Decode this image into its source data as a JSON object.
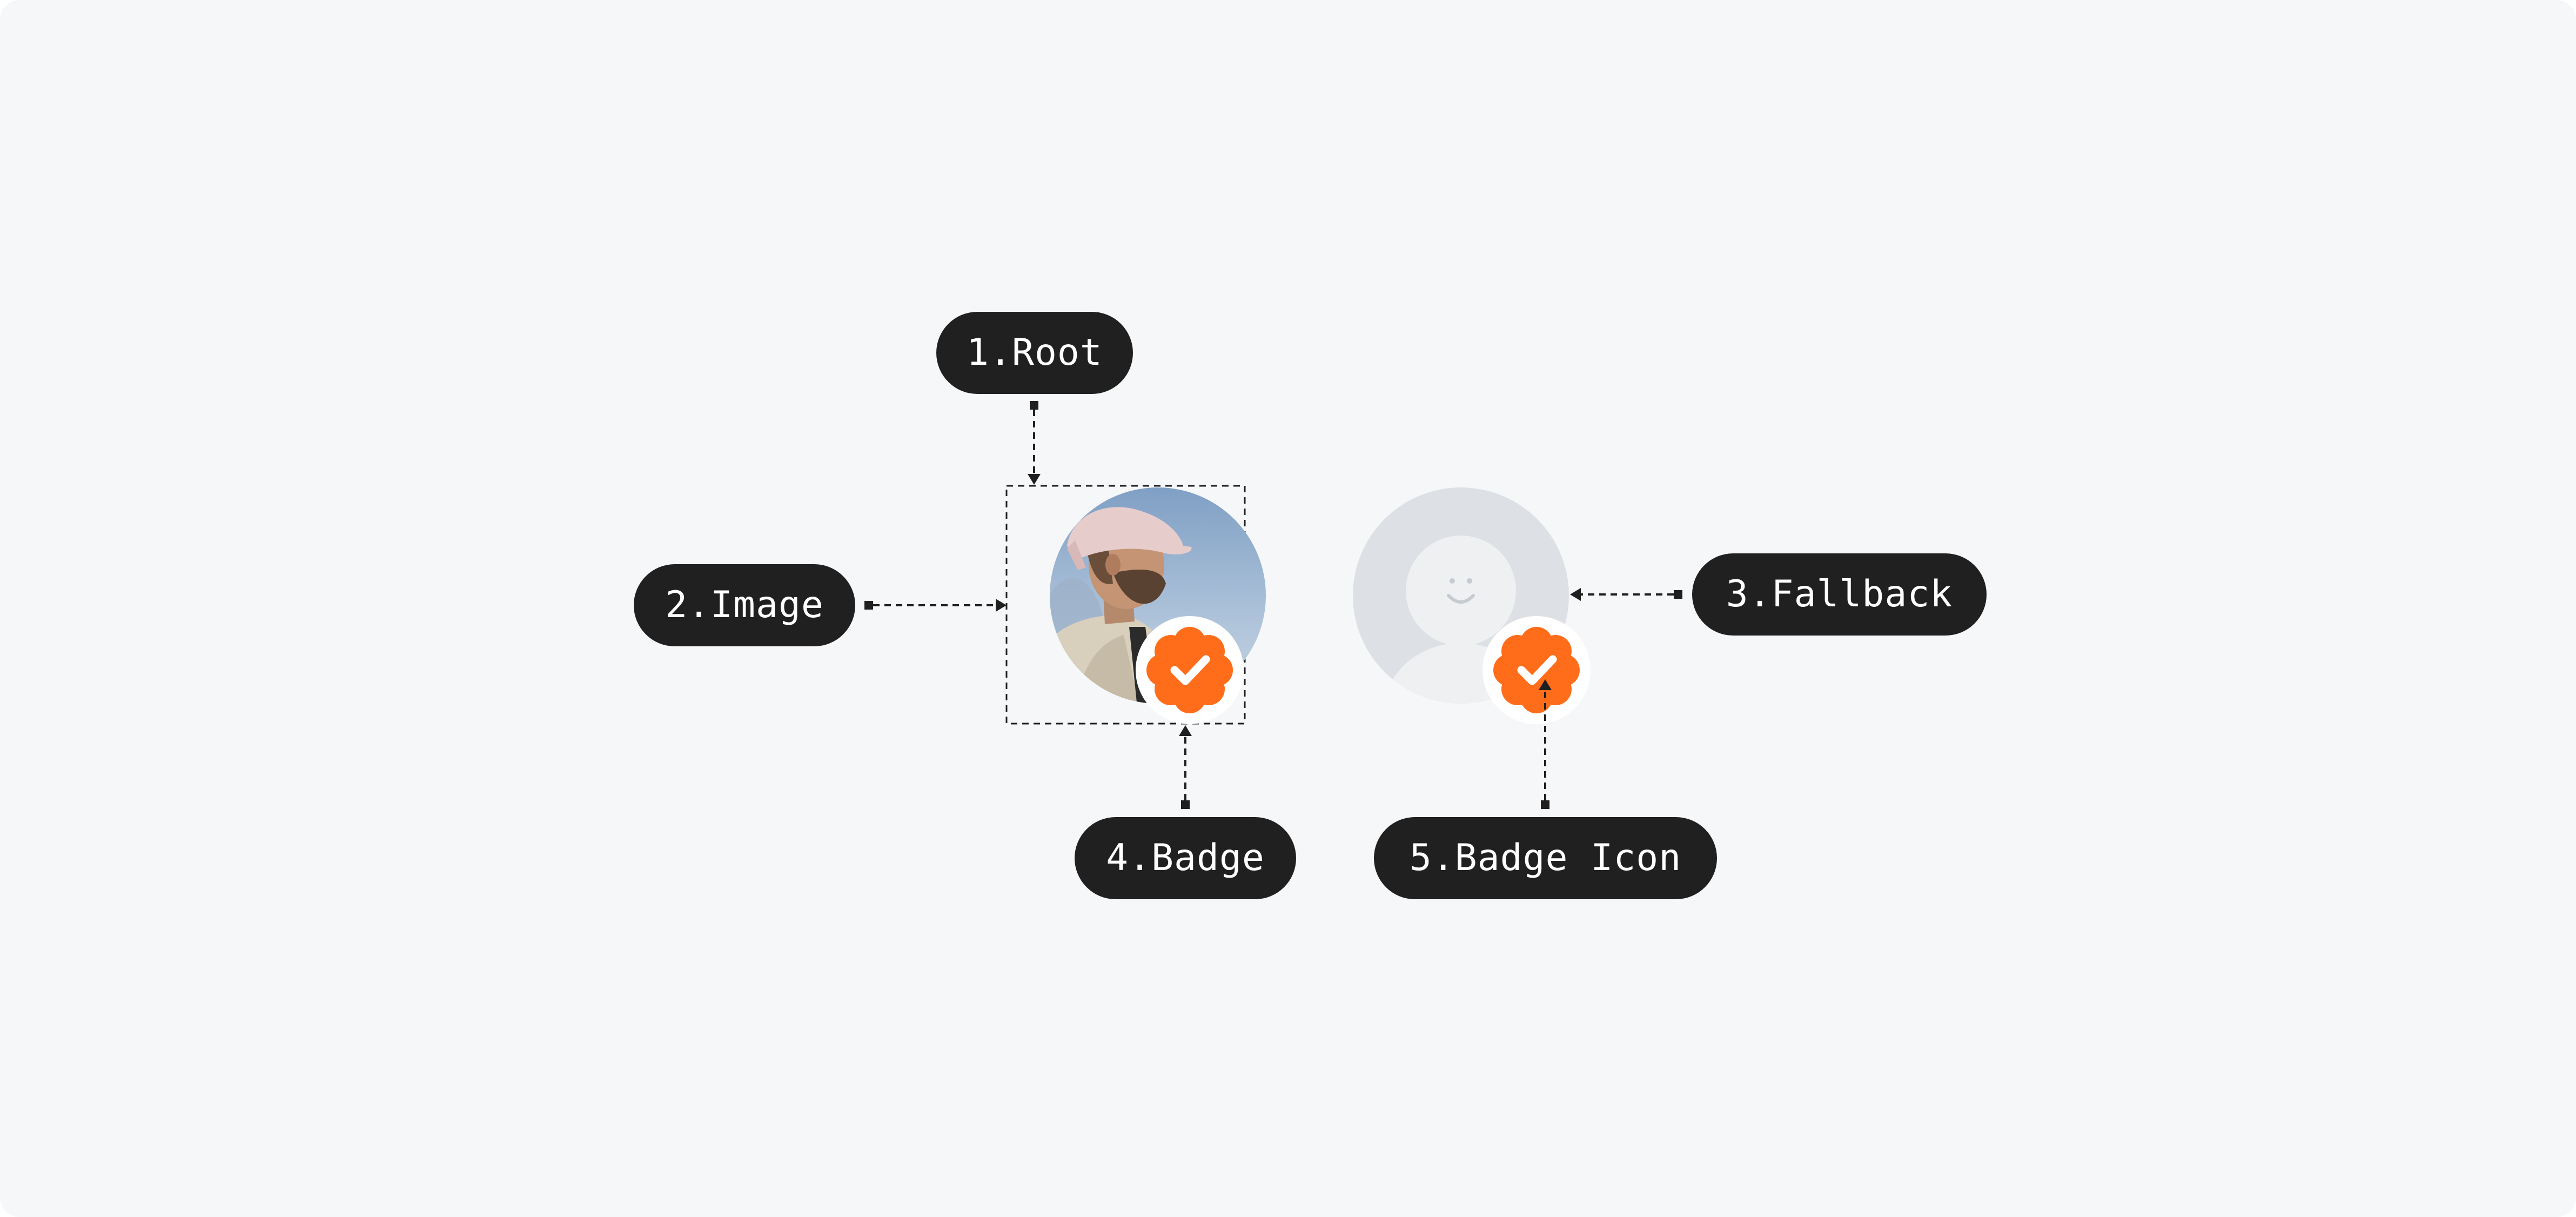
{
  "labels": {
    "root": "1.Root",
    "image": "2.Image",
    "fallback": "3.Fallback",
    "badge": "4.Badge",
    "badge_icon": "5.Badge Icon"
  },
  "colors": {
    "background": "#f6f7f9",
    "pill": "#202020",
    "pill_text": "#ffffff",
    "badge": "#ff6d1a",
    "fallback": "#dde0e5",
    "connector": "#1f1f1f"
  }
}
